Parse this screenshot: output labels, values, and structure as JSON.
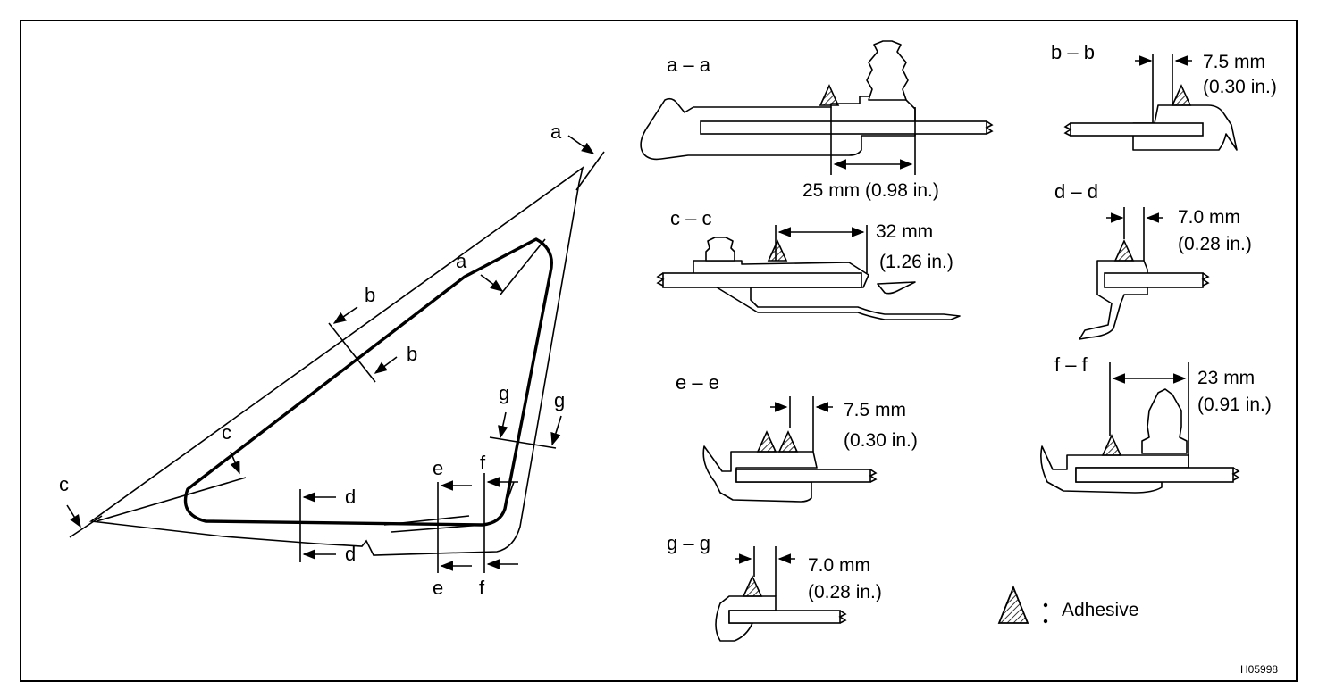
{
  "main_view": {
    "cut_labels": {
      "a_outer": "a",
      "a_inner": "a",
      "b_outer": "b",
      "b_inner": "b",
      "c_outer": "c",
      "c_inner": "c",
      "d_upper": "d",
      "d_lower": "d",
      "e_upper": "e",
      "e_lower": "e",
      "f_upper": "f",
      "f_lower": "f",
      "g_left": "g",
      "g_right": "g"
    }
  },
  "sections": {
    "aa": {
      "title": "a – a",
      "dim": "25 mm (0.98 in.)"
    },
    "bb": {
      "title": "b – b",
      "dim_mm": "7.5 mm",
      "dim_in": "(0.30 in.)"
    },
    "cc": {
      "title": "c – c",
      "dim_mm": "32 mm",
      "dim_in": "(1.26 in.)"
    },
    "dd": {
      "title": "d – d",
      "dim_mm": "7.0 mm",
      "dim_in": "(0.28 in.)"
    },
    "ee": {
      "title": "e – e",
      "dim_mm": "7.5 mm",
      "dim_in": "(0.30 in.)"
    },
    "ff": {
      "title": "f – f",
      "dim_mm": "23 mm",
      "dim_in": "(0.91 in.)"
    },
    "gg": {
      "title": "g – g",
      "dim_mm": "7.0 mm",
      "dim_in": "(0.28 in.)"
    }
  },
  "legend": {
    "label": "Adhesive"
  },
  "figure_ref": "H05998"
}
